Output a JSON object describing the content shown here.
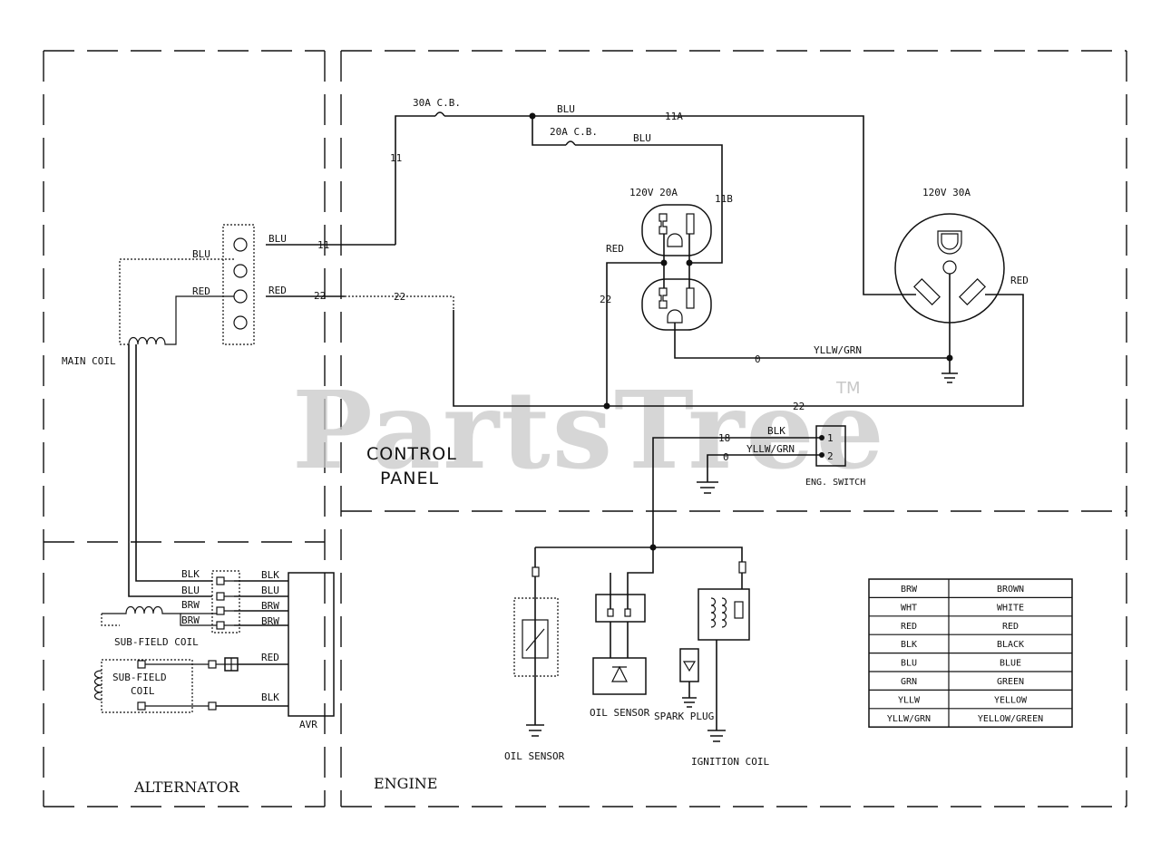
{
  "sections": {
    "alternator": "ALTERNATOR",
    "engine": "ENGINE",
    "control_panel_line1": "CONTROL",
    "control_panel_line2": "PANEL"
  },
  "watermark": {
    "text": "PartsTree",
    "tm": "TM"
  },
  "breakers": {
    "cb30": "30A C.B.",
    "cb20": "20A C.B."
  },
  "wire_labels": {
    "blu_top": "BLU",
    "blu_20": "BLU",
    "w11a": "11A",
    "w11": "11",
    "w11_h": "11",
    "w11b": "11B",
    "blu_term": "BLU",
    "red_term": "RED",
    "blu_coil": "BLU",
    "red_coil": "RED",
    "w22_a": "22",
    "w22_b": "22",
    "w22_v": "22",
    "w22_bottom": "22",
    "red_rec20": "RED",
    "red_rec30": "RED",
    "w0_ground": "0",
    "yllw_grn_ground": "YLLW/GRN",
    "blk_sw": "BLK",
    "w18": "18",
    "yllw_grn_sw": "YLLW/GRN",
    "w0_sw": "0"
  },
  "receptacles": {
    "r20": "120V 20A",
    "r30": "120V 30A"
  },
  "engine_switch": {
    "label": "ENG. SWITCH",
    "t1": "1",
    "t2": "2"
  },
  "coils": {
    "main": "MAIN COIL",
    "sub_field_1": "SUB-FIELD COIL",
    "sub_field_2a": "SUB-FIELD",
    "sub_field_2b": "COIL"
  },
  "avr": {
    "label": "AVR",
    "left_labels": [
      "BLK",
      "BLU",
      "BRW",
      "BRW"
    ],
    "right_labels": [
      "BLK",
      "BLU",
      "BRW",
      "BRW"
    ],
    "red": "RED",
    "blk": "BLK"
  },
  "engine_parts": {
    "oil_sensor_left": "OIL SENSOR",
    "oil_sensor_mid": "OIL SENSOR",
    "spark_plug": "SPARK PLUG",
    "ignition_coil": "IGNITION COIL"
  },
  "legend": {
    "rows": [
      {
        "code": "BRW",
        "color": "BROWN"
      },
      {
        "code": "WHT",
        "color": "WHITE"
      },
      {
        "code": "RED",
        "color": "RED"
      },
      {
        "code": "BLK",
        "color": "BLACK"
      },
      {
        "code": "BLU",
        "color": "BLUE"
      },
      {
        "code": "GRN",
        "color": "GREEN"
      },
      {
        "code": "YLLW",
        "color": "YELLOW"
      },
      {
        "code": "YLLW/GRN",
        "color": "YELLOW/GREEN"
      }
    ]
  }
}
